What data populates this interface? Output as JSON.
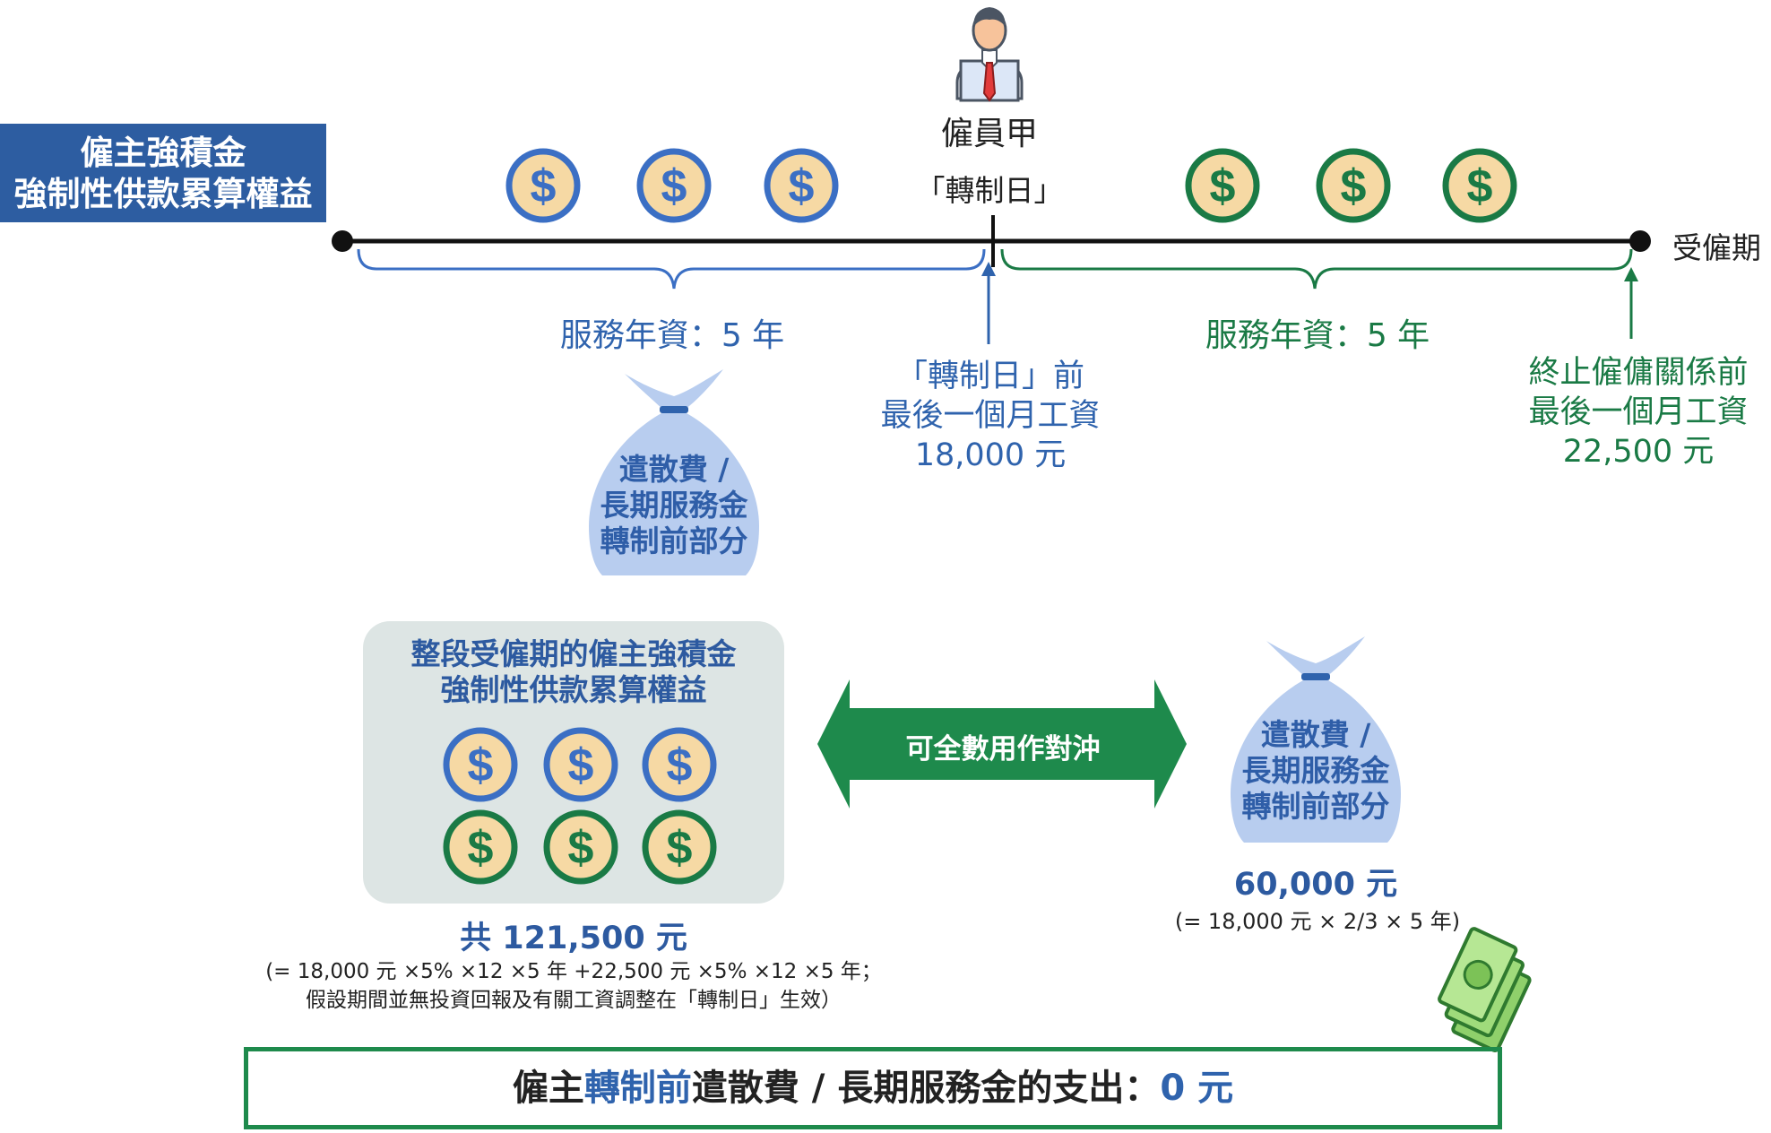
{
  "title_box": {
    "line1": "僱主強積金",
    "line2": "強制性供款累算權益"
  },
  "employee": {
    "name": "僱員甲",
    "transition_label": "「轉制日」",
    "icon": "businessman-icon"
  },
  "timeline": {
    "end_label": "受僱期"
  },
  "left_period": {
    "service_label": "服務年資：5 年"
  },
  "right_period": {
    "service_label": "服務年資：5 年"
  },
  "before_transition_wage": {
    "line1": "「轉制日」前",
    "line2": "最後一個月工資",
    "amount": "18,000 元"
  },
  "before_termination_wage": {
    "line1": "終止僱傭關係前",
    "line2": "最後一個月工資",
    "amount": "22,500 元"
  },
  "bag_top": {
    "line1": "遣散費 /",
    "line2": "長期服務金",
    "line3": "轉制前部分"
  },
  "mpf_box": {
    "line1": "整段受僱期的僱主強積金",
    "line2": "強制性供款累算權益"
  },
  "offset_arrow": {
    "label": "可全數用作對沖"
  },
  "bag_right": {
    "line1": "遣散費 /",
    "line2": "長期服務金",
    "line3": "轉制前部分",
    "amount": "60,000 元",
    "formula": "(= 18,000 元 × 2/3 × 5 年)"
  },
  "total": {
    "amount": "共 121,500 元",
    "formula_line1": "(= 18,000 元 ×5% ×12 ×5 年 +22,500 元 ×5% ×12 ×5 年；",
    "formula_line2": "假設期間並無投資回報及有關工資調整在「轉制日」生效）"
  },
  "summary": {
    "prefix": "僱主",
    "highlight": "轉制前",
    "suffix": "遣散費 / 長期服務金的支出：",
    "value": "0 元"
  },
  "colors": {
    "blue": "#2f63ad",
    "green": "#1a7a45",
    "title_bg": "#2d5da1",
    "coin_fill": "#f6d9a4",
    "arrow_green": "#1e8a4c",
    "panel_bg": "#dde5e4",
    "bag_fill": "#b8cdef"
  },
  "icons": {
    "coin": "dollar-coin-icon",
    "bag": "money-bag-icon",
    "cash": "cash-stack-icon"
  }
}
